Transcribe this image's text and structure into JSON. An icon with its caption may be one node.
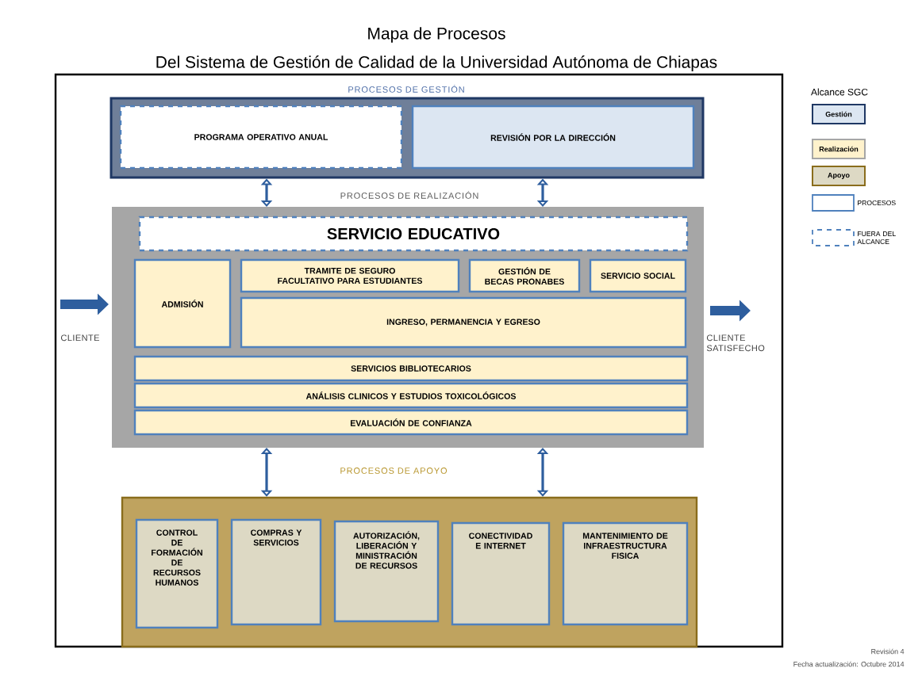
{
  "diagram": {
    "title": "Mapa de Procesos",
    "nodes": [
      {
        "text": [
          "PROCESOS DE GESTIÓN"
        ]
      },
      {
        "text": [
          "PROGRAMA OPERATIVO ANUAL"
        ],
        "in": 0
      },
      {
        "text": [
          "REVISIÓN POR LA DIRECCIÓN"
        ],
        "in": 0
      },
      {
        "text": [
          "PROCESOS DE REALIZACIÓN"
        ]
      },
      {
        "text": [
          "SERVICIO EDUCATIVO"
        ],
        "in": 3
      },
      {
        "text": [
          "ADMISIÓN"
        ],
        "in": 3
      },
      {
        "text": [
          "TRAMITE DE SEGURO FACULTATIVO PARA ESTUDIANTES"
        ],
        "in": 3
      },
      {
        "text": [
          "GESTIÓN DE BECAS PRONABES"
        ],
        "in": 3
      },
      {
        "text": [
          "SERVICIO SOCIAL"
        ],
        "in": 3
      },
      {
        "text": [
          "INGRESO, PERMANENCIA Y EGRESO"
        ],
        "in": 3
      },
      {
        "text": [
          "SERVICIOS BIBLIOTECARIOS"
        ],
        "in": 3
      },
      {
        "text": [
          "ANÁLISIS CLINICOS Y ESTUDIOS TOXICOLÓGICOS"
        ],
        "in": 3
      },
      {
        "text": [
          "EVALUACIÓN DE CONFIANZA"
        ],
        "in": 3
      },
      {
        "text": [
          "PROCESOS DE APOYO"
        ]
      },
      {
        "text": [
          "CONTROL DE FORMACIÓN DE RECURSOS HUMANOS"
        ],
        "in": 13
      },
      {
        "text": [
          "COMPRAS Y SERVICIOS"
        ],
        "in": 13
      },
      {
        "text": [
          "AUTORIZACIÓN, LIBERACIÓN Y MINISTRACIÓN DE RECURSOS"
        ],
        "in": 13
      },
      {
        "text": [
          "CONECTIVIDAD E INTERNET"
        ],
        "in": 13
      },
      {
        "text": [
          "MANTENIMIENTO DE INFRAESTRUCTURA FISICA"
        ],
        "in": 13
      },
      {
        "text": [
          "CLIENTE"
        ]
      },
      {
        "text": [
          "CLIENTE SATISFECHO"
        ]
      }
    ],
    "edges": [
      {
        "from": 0,
        "to": 3,
        "arrow": "both"
      },
      {
        "from": 0,
        "to": 3,
        "arrow": "both"
      },
      {
        "from": 19,
        "to": 3,
        "arrow": "to",
        "style": "thick"
      },
      {
        "from": 3,
        "to": 20,
        "arrow": "to",
        "style": "thick"
      },
      {
        "from": 3,
        "to": 13,
        "arrow": "both"
      },
      {
        "from": 3,
        "to": 13,
        "arrow": "both"
      }
    ],
    "labels": [
      "Del Sistema de Gestión de Calidad de la Universidad Autónoma de Chiapas",
      "Alcance SGC",
      "Revisión 4",
      "Fecha actualización: Octubre 2014"
    ],
    "legend": [
      {
        "text": "Gestión",
        "color": "#dce6f2"
      },
      {
        "text": "Realización",
        "color": "#fff2cc"
      },
      {
        "text": "Apoyo",
        "color": "#ddd9c4"
      },
      {
        "text": "PROCESOS"
      },
      {
        "text": "FUERA DEL ALCANCE"
      }
    ]
  }
}
